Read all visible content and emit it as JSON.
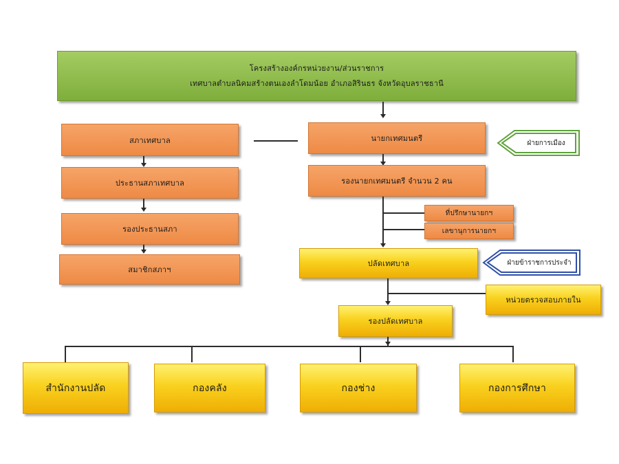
{
  "header": {
    "line1": "โครงสร้างองค์กรหน่วยงาน/ส่วนราชการ",
    "line2": "เทศบาลตำบลนิคมสร้างตนเองลำโดมน้อย อำเภอสิรินธร จังหวัดอุบลราชธานี"
  },
  "council": {
    "council": "สภาเทศบาล",
    "president": "ประธานสภาเทศบาล",
    "vice_president": "รองประธานสภา",
    "members": "สมาชิกสภาฯ"
  },
  "executive": {
    "mayor": "นายกเทศมนตรี",
    "deputy_mayor": "รองนายกเทศมนตรี จำนวน 2 คน",
    "advisor": "ที่ปรึกษานายกฯ",
    "secretary": "เลขานุการนายกฯ"
  },
  "tags": {
    "political": "ฝ่ายการเมือง",
    "permanent": "ฝ่ายข้าราชการประจำ"
  },
  "administration": {
    "clerk": "ปลัดเทศบาล",
    "internal_audit": "หน่วยตรวจสอบภายใน",
    "deputy_clerk": "รองปลัดเทศบาล"
  },
  "divisions": [
    {
      "label": "สำนักงานปลัด"
    },
    {
      "label": "กองคลัง"
    },
    {
      "label": "กองช่าง"
    },
    {
      "label": "กองการศึกษา"
    }
  ],
  "colors": {
    "green": "#8bb848",
    "orange": "#f29a55",
    "yellow": "#f9d11e",
    "tag_green_border": "#5ea23a",
    "tag_blue_border": "#2e4fa8"
  }
}
